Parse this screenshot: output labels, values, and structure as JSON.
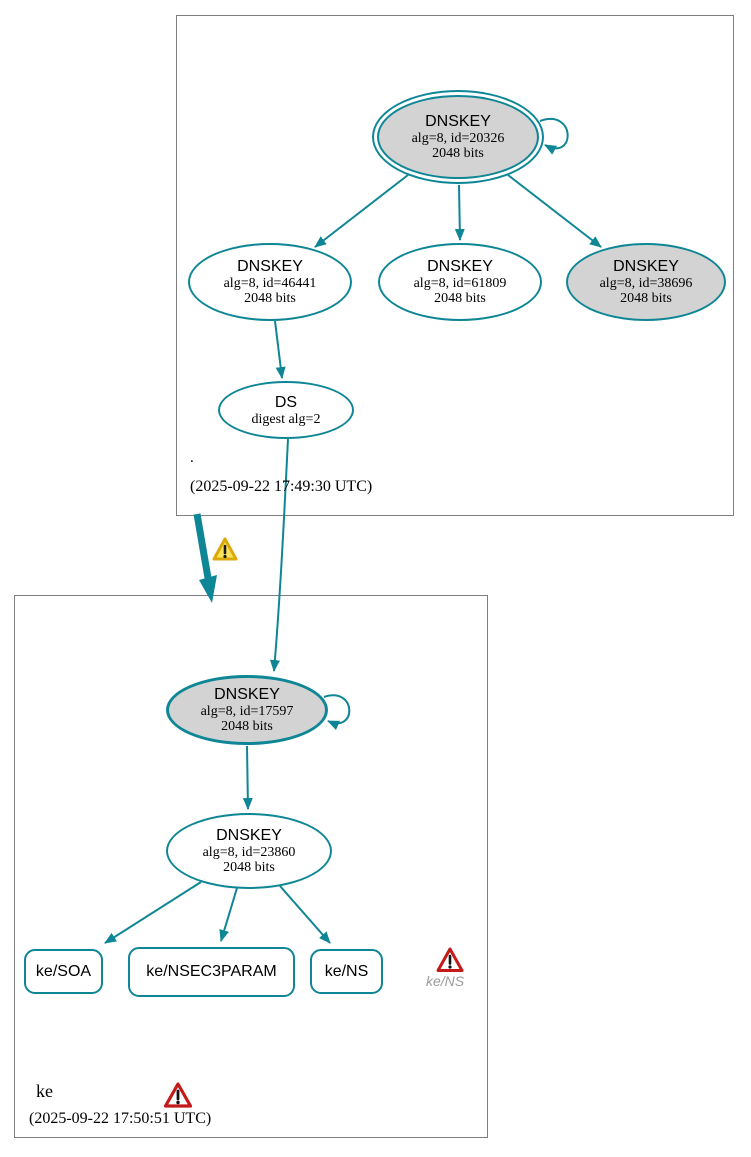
{
  "colors": {
    "edge_teal": "#0e8695",
    "ksk_fill": "#d3d3d3",
    "box_border": "#7f7f7f",
    "warn_border": "#dca80a",
    "warn_fill": "#fbe35d",
    "err_red": "#c41a1a"
  },
  "root": {
    "zone_name": ".",
    "timestamp": "(2025-09-22 17:49:30 UTC)",
    "ksk": {
      "title": "DNSKEY",
      "algo": "alg=8, id=20326",
      "bits": "2048 bits"
    },
    "zsk_left": {
      "title": "DNSKEY",
      "algo": "alg=8, id=46441",
      "bits": "2048 bits"
    },
    "zsk_mid": {
      "title": "DNSKEY",
      "algo": "alg=8, id=61809",
      "bits": "2048 bits"
    },
    "ksk_right": {
      "title": "DNSKEY",
      "algo": "alg=8, id=38696",
      "bits": "2048 bits"
    },
    "ds": {
      "title": "DS",
      "algo": "digest alg=2"
    }
  },
  "ke": {
    "zone_name": "ke",
    "timestamp": "(2025-09-22 17:50:51 UTC)",
    "ksk": {
      "title": "DNSKEY",
      "algo": "alg=8, id=17597",
      "bits": "2048 bits"
    },
    "zsk": {
      "title": "DNSKEY",
      "algo": "alg=8, id=23860",
      "bits": "2048 bits"
    },
    "rrsets": [
      {
        "label": "ke/SOA"
      },
      {
        "label": "ke/NSEC3PARAM"
      },
      {
        "label": "ke/NS"
      }
    ],
    "error_label": "ke/NS"
  },
  "edges": [
    {
      "from": "root DNSKEY 20326",
      "to": "root DNSKEY 20326",
      "kind": "self-sign"
    },
    {
      "from": "root DNSKEY 20326",
      "to": "root DNSKEY 46441",
      "kind": "signs"
    },
    {
      "from": "root DNSKEY 20326",
      "to": "root DNSKEY 61809",
      "kind": "signs"
    },
    {
      "from": "root DNSKEY 20326",
      "to": "root DNSKEY 38696",
      "kind": "signs"
    },
    {
      "from": "root DNSKEY 46441",
      "to": "root DS",
      "kind": "signs"
    },
    {
      "from": "root DS",
      "to": "ke DNSKEY 17597",
      "kind": "secure-delegation"
    },
    {
      "from": "root zone",
      "to": "ke zone",
      "kind": "delegation-with-warning"
    },
    {
      "from": "ke DNSKEY 17597",
      "to": "ke DNSKEY 17597",
      "kind": "self-sign"
    },
    {
      "from": "ke DNSKEY 17597",
      "to": "ke DNSKEY 23860",
      "kind": "signs"
    },
    {
      "from": "ke DNSKEY 23860",
      "to": "ke/SOA",
      "kind": "signs"
    },
    {
      "from": "ke DNSKEY 23860",
      "to": "ke/NSEC3PARAM",
      "kind": "signs"
    },
    {
      "from": "ke DNSKEY 23860",
      "to": "ke/NS",
      "kind": "signs"
    }
  ]
}
